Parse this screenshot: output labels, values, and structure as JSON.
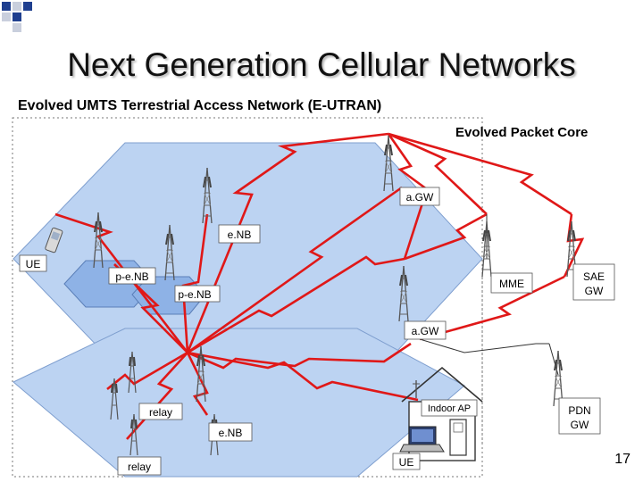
{
  "title": "Next Generation Cellular Networks",
  "subtitle": "Evolved UMTS Terrestrial Access Network (E-UTRAN)",
  "core_label": "Evolved Packet Core",
  "page_number": "17",
  "nodes": {
    "agw_top": "a.GW",
    "enb_upper": "e.NB",
    "ue_left": "UE",
    "penb_1": "p-e.NB",
    "penb_2": "p-e.NB",
    "mme": "MME",
    "sae_gw_line1": "SAE",
    "sae_gw_line2": "GW",
    "agw_mid": "a.GW",
    "relay_upper": "relay",
    "indoor_ap": "Indoor AP",
    "enb_lower": "e.NB",
    "pdn_gw_line1": "PDN",
    "pdn_gw_line2": "GW",
    "relay_lower": "relay",
    "ue_bottom": "UE"
  },
  "colors": {
    "accent_square": "#1f3f8f",
    "cell_fill": "#bcd3f2",
    "link_red": "#e01818",
    "label_fill": "#ffffff"
  }
}
